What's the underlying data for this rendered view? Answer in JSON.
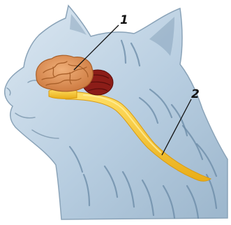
{
  "diagram": {
    "labels": [
      {
        "id": "brain",
        "text": "1",
        "target": "brain"
      },
      {
        "id": "spinal-cord",
        "text": "2",
        "target": "spinal-cord"
      }
    ],
    "colors": {
      "body": "#b7cde0",
      "body_light": "#dbe7f1",
      "body_outline": "#8aa3b8",
      "stripes": "#6a8aa6",
      "cerebrum": "#d98a4a",
      "cerebrum_folds": "#a9602a",
      "cerebellum": "#8c1d18",
      "spinal_cord": "#f2c22e",
      "spinal_cord_edge": "#d99a12",
      "callout_line": "#111111"
    }
  }
}
